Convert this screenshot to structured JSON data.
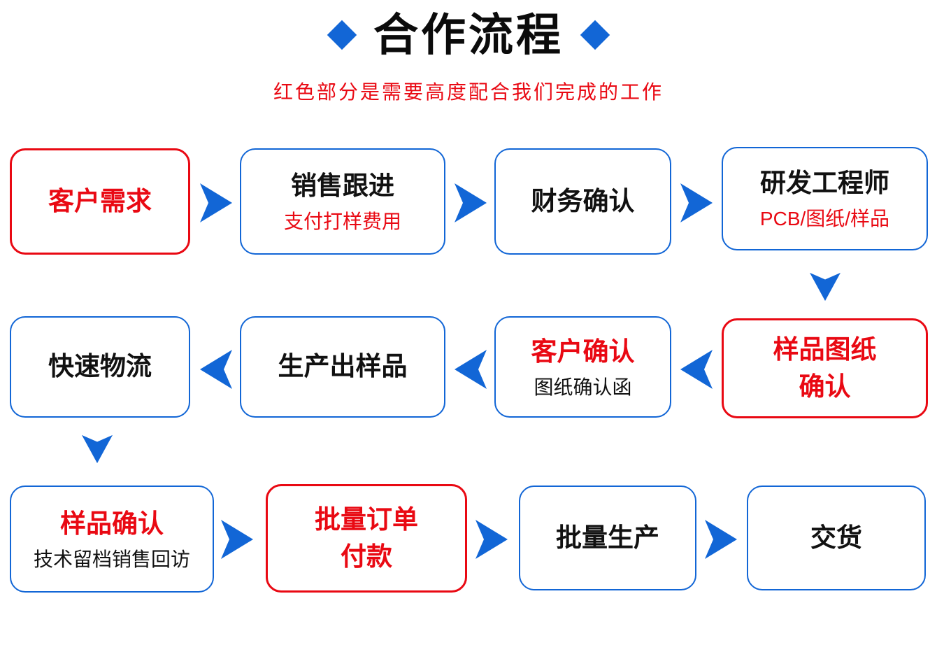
{
  "title": "合作流程",
  "subtitle": "红色部分是需要高度配合我们完成的工作",
  "colors": {
    "blue": "#1266d6",
    "red": "#e90913",
    "ink": "#111111"
  },
  "boxes": {
    "customer_need": {
      "line1": "客户需求"
    },
    "sales_followup": {
      "line1": "销售跟进",
      "line2": "支付打样费用"
    },
    "finance_confirm": {
      "line1": "财务确认"
    },
    "rd_engineer": {
      "line1": "研发工程师",
      "line2": "PCB/图纸/样品"
    },
    "sample_drawing_confirm": {
      "line1": "样品图纸",
      "line2": "确认"
    },
    "customer_confirm": {
      "line1": "客户确认",
      "line2": "图纸确认函"
    },
    "produce_sample": {
      "line1": "生产出样品"
    },
    "fast_logistics": {
      "line1": "快速物流"
    },
    "sample_confirm": {
      "line1": "样品确认",
      "line2": "技术留档销售回访"
    },
    "bulk_order_payment": {
      "line1": "批量订单",
      "line2": "付款"
    },
    "bulk_production": {
      "line1": "批量生产"
    },
    "delivery": {
      "line1": "交货"
    }
  }
}
